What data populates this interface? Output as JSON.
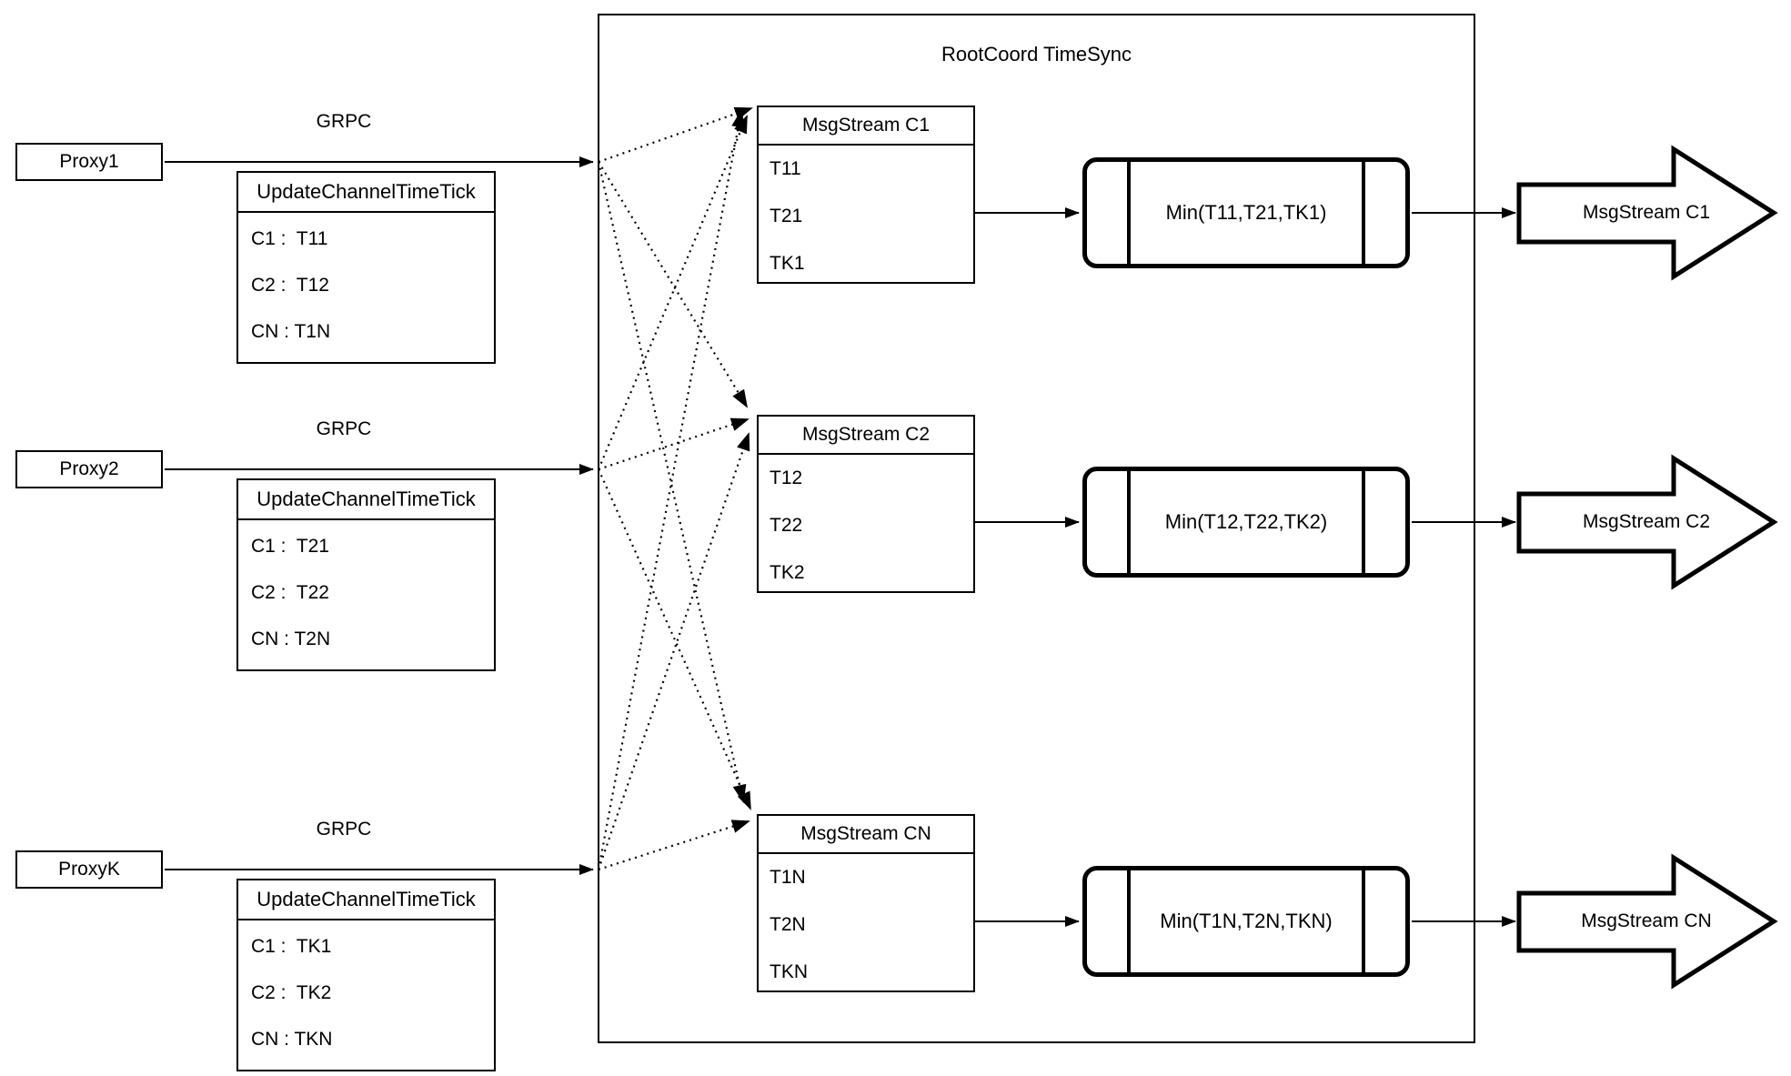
{
  "diagram_title": "RootCoord TimeSync",
  "rows": [
    {
      "proxy_label": "Proxy1",
      "grpc_label": "GRPC",
      "update_table": {
        "header": "UpdateChannelTimeTick",
        "entries": [
          "C1 :  T11",
          "C2 :  T12",
          "CN : T1N"
        ]
      },
      "msgstream_box": {
        "title": "MsgStream C1",
        "items": [
          "T11",
          "T21",
          "TK1"
        ]
      },
      "min_label": "Min(T11,T21,TK1)",
      "output_arrow_label": "MsgStream C1"
    },
    {
      "proxy_label": "Proxy2",
      "grpc_label": "GRPC",
      "update_table": {
        "header": "UpdateChannelTimeTick",
        "entries": [
          "C1 :  T21",
          "C2 :  T22",
          "CN : T2N"
        ]
      },
      "msgstream_box": {
        "title": "MsgStream C2",
        "items": [
          "T12",
          "T22",
          "TK2"
        ]
      },
      "min_label": "Min(T12,T22,TK2)",
      "output_arrow_label": "MsgStream C2"
    },
    {
      "proxy_label": "ProxyK",
      "grpc_label": "GRPC",
      "update_table": {
        "header": "UpdateChannelTimeTick",
        "entries": [
          "C1 :  TK1",
          "C2 :  TK2",
          "CN : TKN"
        ]
      },
      "msgstream_box": {
        "title": "MsgStream CN",
        "items": [
          "T1N",
          "T2N",
          "TKN"
        ]
      },
      "min_label": "Min(T1N,T2N,TKN)",
      "output_arrow_label": "MsgStream CN"
    }
  ],
  "colors": {
    "stroke": "#000000",
    "fill": "#ffffff"
  }
}
